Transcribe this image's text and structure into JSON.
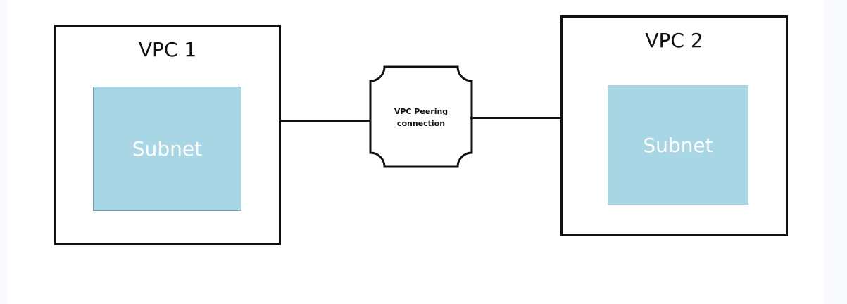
{
  "diagram": {
    "nodes": [
      {
        "id": "vpc1",
        "type": "container",
        "label": "VPC 1",
        "child": "subnet1"
      },
      {
        "id": "subnet1",
        "type": "box",
        "label": "Subnet",
        "fill": "#a8d6e4"
      },
      {
        "id": "peering",
        "type": "connector",
        "label": "VPC Peering\nconnection"
      },
      {
        "id": "vpc2",
        "type": "container",
        "label": "VPC 2",
        "child": "subnet2"
      },
      {
        "id": "subnet2",
        "type": "box",
        "label": "Subnet",
        "fill": "#a8d6e4"
      }
    ],
    "edges": [
      {
        "from": "vpc1",
        "to": "peering"
      },
      {
        "from": "peering",
        "to": "vpc2"
      }
    ]
  },
  "vpc1": {
    "title": "VPC 1",
    "subnet_label": "Subnet"
  },
  "vpc2": {
    "title": "VPC 2",
    "subnet_label": "Subnet"
  },
  "peering": {
    "label": "VPC Peering\nconnection"
  },
  "colors": {
    "subnet_fill": "#a8d6e4",
    "stroke": "#111111",
    "subnet_text": "#ffffff"
  }
}
